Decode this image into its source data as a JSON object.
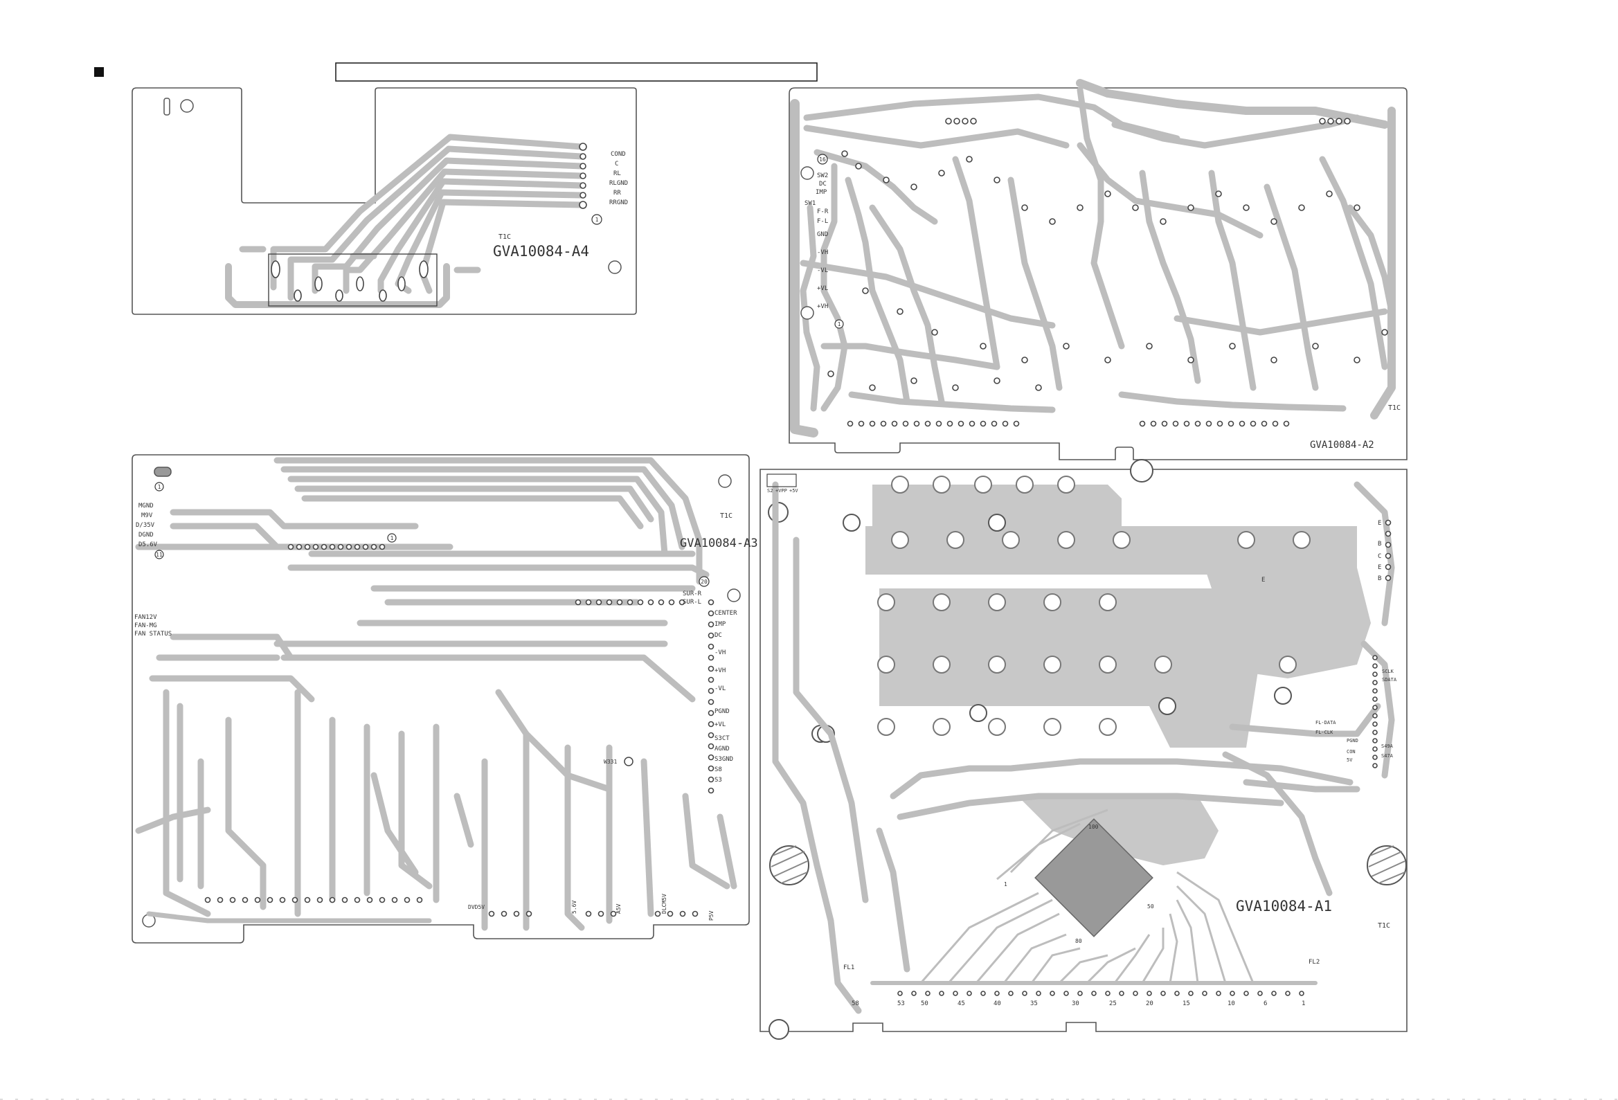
{
  "header": {
    "marker": "■",
    "title_box_text": ""
  },
  "colors": {
    "copper": "#bdbdbd",
    "outline": "#555555",
    "pad": "#444444",
    "text": "#333333"
  },
  "board_a4": {
    "id": "GVA10084-A4",
    "layer": "T1C",
    "pin_labels": [
      "COND",
      "C",
      "RL",
      "RLGND",
      "RR",
      "RRGND"
    ],
    "pin1": "1"
  },
  "board_a2": {
    "id": "GVA10084-A2",
    "layer": "T1C",
    "pin_number": "16",
    "pin_labels": [
      "SW2",
      "DC",
      "IMP",
      "SW1",
      "F-R",
      "F-L",
      "GND",
      "-VH",
      "-VL",
      "+VL",
      "+VH"
    ],
    "pin1": "1"
  },
  "board_a3": {
    "id": "GVA10084-A3",
    "layer": "T1C",
    "left_labels": [
      "MGND",
      "M9V",
      "D/35V",
      "DGND",
      "D5.6V",
      "FAN12V",
      "FAN-MG",
      "FAN STATUS"
    ],
    "connector_number": "20",
    "right_labels": [
      "SUR-R",
      "SUR-L",
      "CENTER",
      "IMP",
      "DC",
      "-VH",
      "+VH",
      "-VL",
      "PGND",
      "+VL",
      "S3CT",
      "AGND",
      "S3GND",
      "S8",
      "S3"
    ],
    "ref_w331": "W331",
    "bottom_labels": [
      "DVD5V",
      "5.6V",
      "A5V",
      "DLCM5V",
      "P5V"
    ],
    "pin_numbers": [
      "1",
      "11",
      "1"
    ]
  },
  "board_a1": {
    "id": "GVA10084-A1",
    "layer": "T1C",
    "top_labels": [
      "S2",
      "+VPP",
      "+5V"
    ],
    "right_labels": [
      "E",
      "B",
      "C",
      "E",
      "B"
    ],
    "mid_label": "E",
    "connector_labels": [
      "FL-DATA",
      "FL-CLK",
      "PGND",
      "CON",
      "5V",
      "S49A",
      "S47A",
      "SCLK",
      "SDATA"
    ],
    "chip_pins": [
      "100",
      "80",
      "1",
      "50"
    ],
    "fl_labels": [
      "FL1",
      "FL2"
    ],
    "scale_numbers": [
      "58",
      "53",
      "50",
      "45",
      "40",
      "35",
      "30",
      "25",
      "20",
      "15",
      "10",
      "6",
      "1"
    ]
  }
}
